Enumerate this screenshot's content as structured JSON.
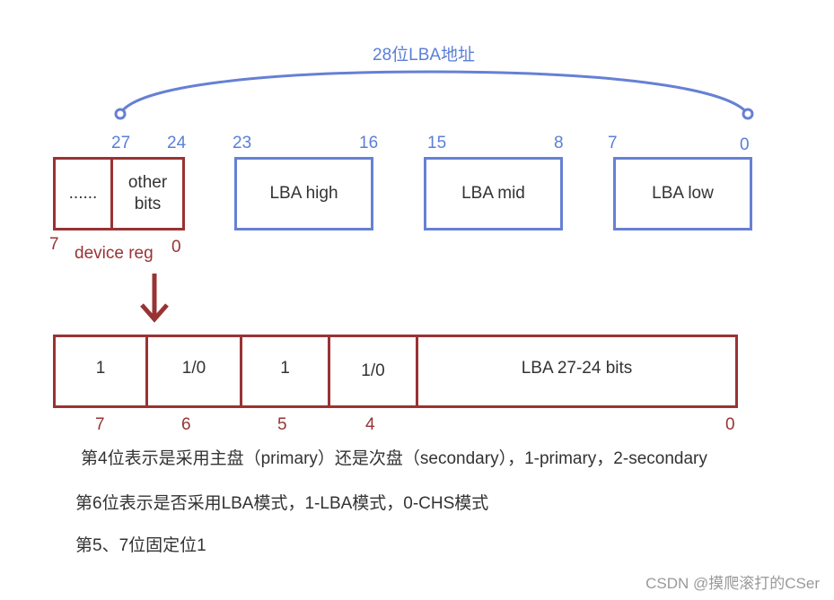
{
  "top_label": "28位LBA地址",
  "bit_numbers_top": {
    "b27": "27",
    "b24": "24",
    "b23": "23",
    "b16": "16",
    "b15": "15",
    "b8": "8",
    "b7": "7",
    "b0": "0"
  },
  "device_box": {
    "dots": "......",
    "other_bits": "other bits",
    "bit7": "7",
    "bit0": "0",
    "label": "device reg"
  },
  "lba_boxes": {
    "high": "LBA high",
    "mid": "LBA mid",
    "low": "LBA low"
  },
  "device_register": {
    "cells": [
      "1",
      "1/0",
      "1",
      "1/0",
      "LBA 27-24 bits"
    ],
    "bit_labels": {
      "b7": "7",
      "b6": "6",
      "b5": "5",
      "b4": "4",
      "b0": "0"
    }
  },
  "notes": {
    "line1": "第4位表示是采用主盘（primary）还是次盘（secondary），1-primary，2-secondary",
    "line2": "第6位表示是否采用LBA模式，1-LBA模式，0-CHS模式",
    "line3": "第5、7位固定位1"
  },
  "watermark": "CSDN @摸爬滚打的CSer",
  "colors": {
    "blue": "#5b7fd6",
    "red": "#993333"
  }
}
